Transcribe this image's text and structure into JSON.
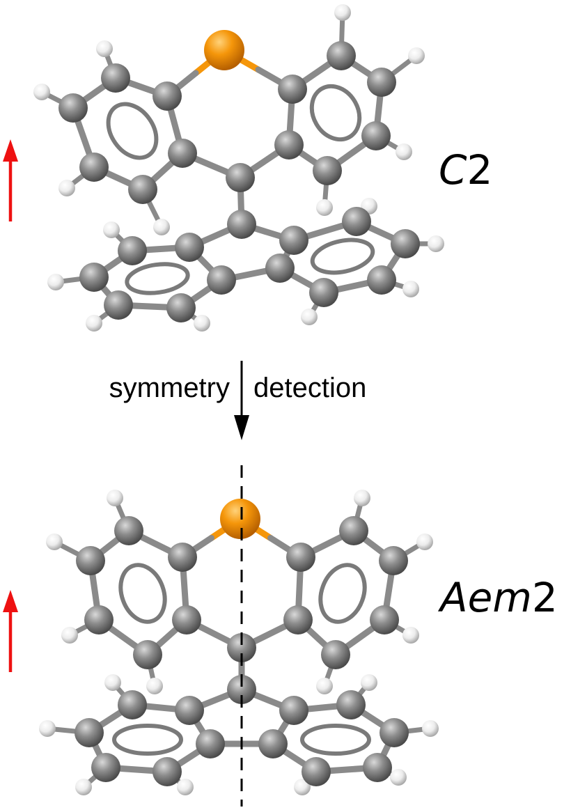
{
  "top": {
    "point_group_italic": "C",
    "point_group_rest": "2"
  },
  "process": {
    "left_word": "symmetry",
    "right_word": "detection"
  },
  "bottom": {
    "point_group_italic": "Aem",
    "point_group_rest": "2"
  },
  "colors": {
    "carbon": "#8c8c8c",
    "hydrogen": "#f2f2f2",
    "sulfur": "#f5960a",
    "bond": "#8a8a8a",
    "axis_arrow": "#ee1111",
    "process_arrow": "#000000"
  }
}
